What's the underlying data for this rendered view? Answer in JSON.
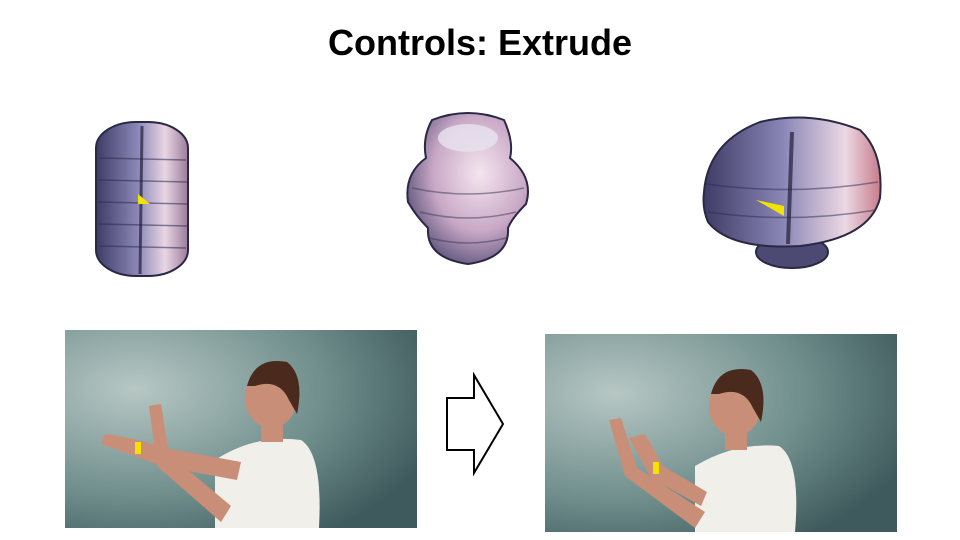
{
  "slide": {
    "title": "Controls: Extrude"
  },
  "shapes": [
    {
      "name": "cylinder-shape",
      "stage": "before extrude"
    },
    {
      "name": "rounded-shape",
      "stage": "during extrude"
    },
    {
      "name": "bulged-shape",
      "stage": "after extrude"
    }
  ],
  "photos": [
    {
      "name": "gesture-photo-before"
    },
    {
      "name": "gesture-photo-after"
    }
  ],
  "colors": {
    "texture_dark": "#3e3c66",
    "texture_mid": "#8a86b6",
    "texture_light": "#e9d6e4",
    "marker": "#f2e400",
    "wall": "#6f8e8c",
    "skin": "#c98e78",
    "shirt": "#f1efea",
    "hair": "#4a2a1c"
  },
  "icons": [
    "right-arrow-icon"
  ]
}
